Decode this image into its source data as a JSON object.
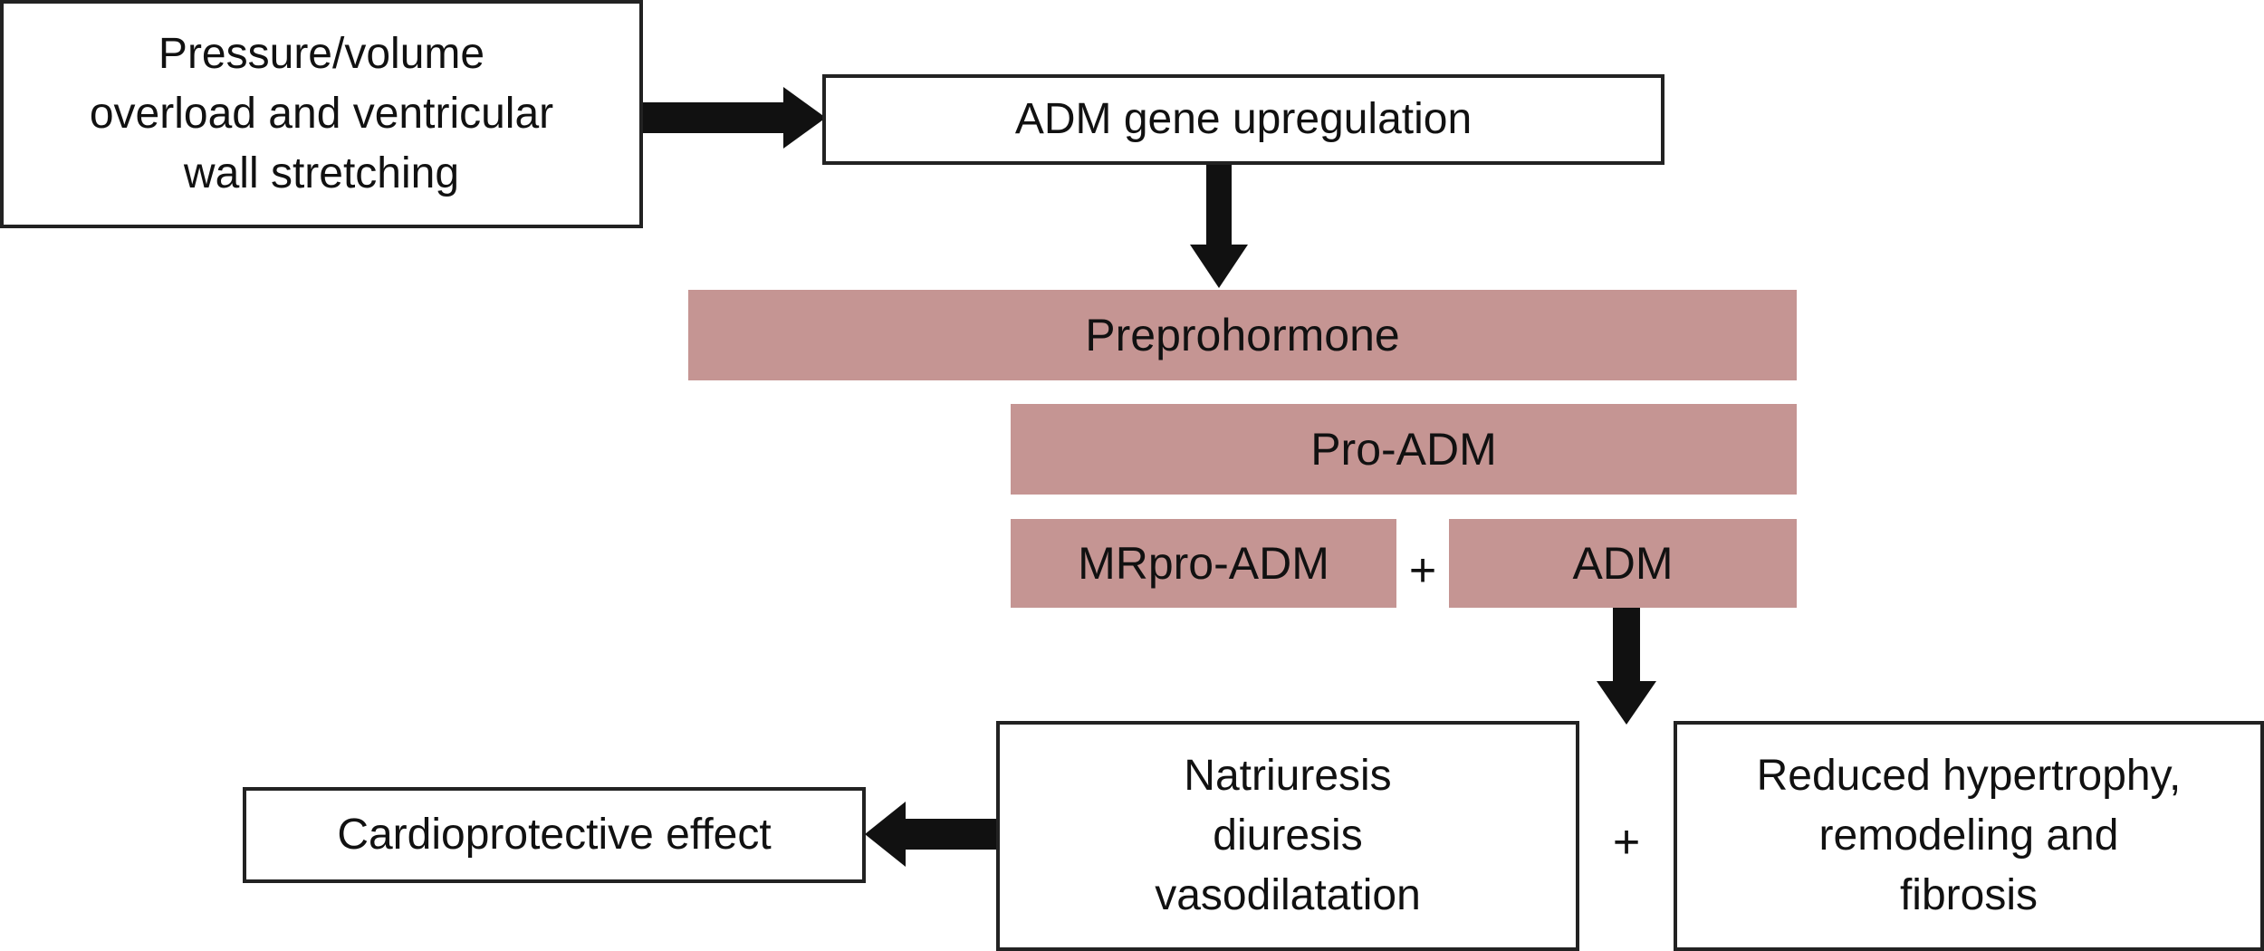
{
  "boxes": {
    "stimulus": [
      "Pressure/volume",
      "overload and ventricular",
      "wall stretching"
    ],
    "gene": "ADM gene upregulation",
    "renal": [
      "Natriuresis",
      "diuresis",
      "vasodilatation"
    ],
    "structural": [
      "Reduced hypertrophy,",
      "remodeling and",
      "fibrosis"
    ],
    "outcome": "Cardioprotective effect"
  },
  "bars": {
    "preprohormone": "Preprohormone",
    "pro_adm": "Pro-ADM",
    "mrpro_adm": "MRpro-ADM",
    "adm": "ADM"
  },
  "operators": {
    "cleavage_plus": "+",
    "effects_plus": "+"
  },
  "colors": {
    "bar_fill": "#c59593",
    "box_border": "#222222",
    "arrow": "#111111"
  }
}
